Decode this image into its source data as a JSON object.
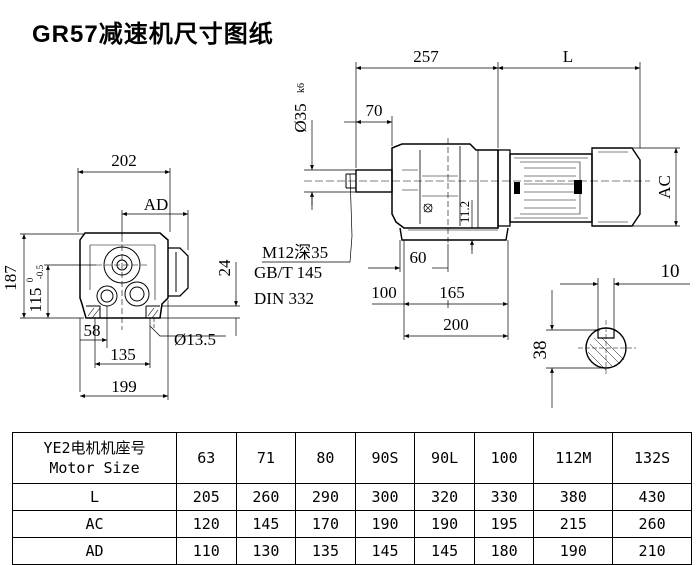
{
  "title": "GR57减速机尺寸图纸",
  "drawing": {
    "side_view": {
      "dim_202": "202",
      "dim_ad": "AD",
      "dim_187": "187",
      "dim_115": "115",
      "dim_115_tol_top": "0",
      "dim_115_tol_bottom": "-0.5",
      "dim_24": "24",
      "dim_58": "58",
      "dim_hole": "Ø13.5",
      "dim_135": "135",
      "dim_199": "199"
    },
    "front_view": {
      "dim_257": "257",
      "dim_l": "L",
      "dim_shaft": "Ø35",
      "dim_shaft_tol": "k6",
      "dim_70": "70",
      "dim_ac": "AC",
      "dim_11_2": "11.2",
      "dim_60": "60",
      "dim_100": "100",
      "dim_165": "165",
      "dim_200": "200",
      "thread_line1": "M12深35",
      "thread_line2": "GB/T 145",
      "thread_line3": "DIN 332"
    },
    "key_view": {
      "dim_10": "10",
      "dim_38": "38"
    }
  },
  "table": {
    "header_line1": "YE2电机机座号",
    "header_line2": "Motor Size",
    "sizes": [
      "63",
      "71",
      "80",
      "90S",
      "90L",
      "100",
      "112M",
      "132S"
    ],
    "rows": [
      {
        "label": "L",
        "values": [
          "205",
          "260",
          "290",
          "300",
          "320",
          "330",
          "380",
          "430"
        ]
      },
      {
        "label": "AC",
        "values": [
          "120",
          "145",
          "170",
          "190",
          "190",
          "195",
          "215",
          "260"
        ]
      },
      {
        "label": "AD",
        "values": [
          "110",
          "130",
          "135",
          "145",
          "145",
          "180",
          "190",
          "210"
        ]
      }
    ]
  }
}
